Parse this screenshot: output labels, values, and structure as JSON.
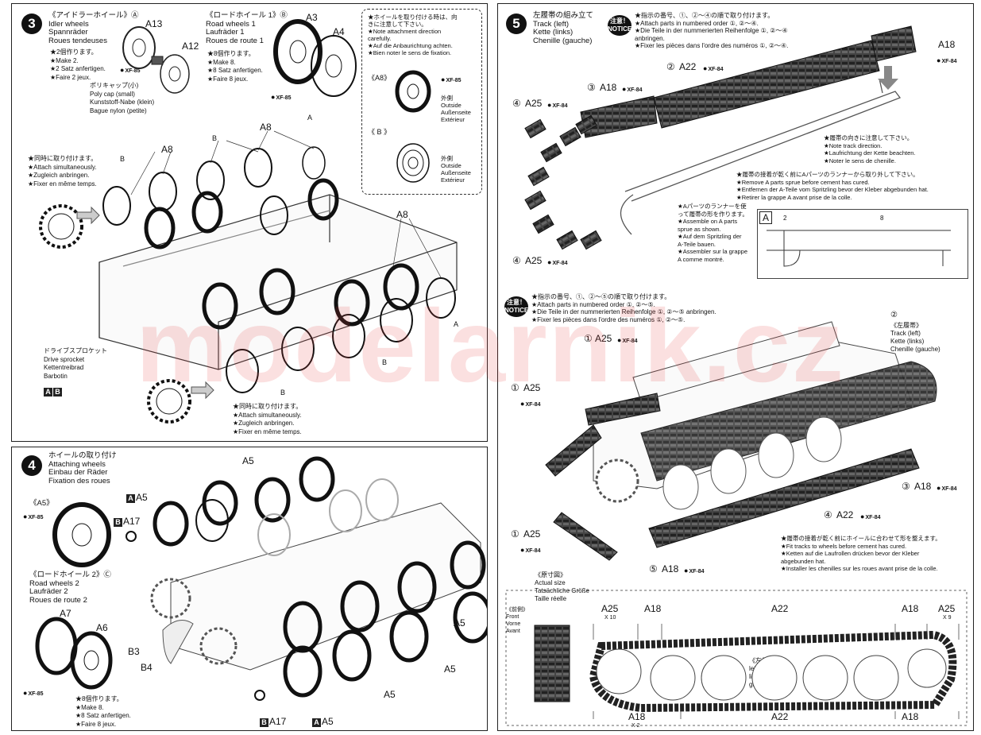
{
  "step3": {
    "number": "3",
    "idler_title": "《アイドラーホイール》Ⓐ\nIdler wheels\nSpannräder\nRoues tendeuses",
    "idler_make": "★2個作ります。\n★Make 2.\n★2 Satz anfertigen.\n★Faire 2 jeux.",
    "polycap": "ポリキャップ(小)\nPoly cap (small)\nKunststoff-Nabe (klein)\nBague nylon (petite)",
    "road_title": "《ロードホイール 1》Ⓑ\nRoad wheels 1\nLaufräder 1\nRoues de route 1",
    "road_make": "★8個作ります。\n★Make 8.\n★8 Satz anfertigen.\n★Faire 8 jeux.",
    "note_attach": "★ホイールを取り付ける時は、向\nきに注意して下さい。\n★Note attachment direction\ncarefully.\n★Auf die Anbaurichtung achten.\n★Bien noter le sens de fixation.",
    "a8_title": "《A8》",
    "b_title": "《 B 》",
    "outside": "外側\nOutside\nAußenseite\nExtérieur",
    "simul1": "★同時に取り付けます。\n★Attach simultaneously.\n★Zugleich anbringen.\n★Fixer en même temps.",
    "simul2": "★同時に取り付けます。\n★Attach simultaneously.\n★Zugleich anbringen.\n★Fixer en même temps.",
    "sprocket": "ドライブスプロケット\nDrive sprocket\nKettentreibrad\nBarbotin",
    "parts": {
      "a13": "A13",
      "a12": "A12",
      "a3": "A3",
      "a4": "A4",
      "a8": "A8",
      "b": "B",
      "a": "A",
      "a_box": "A",
      "b_box": "B"
    },
    "paint": "XF-85"
  },
  "step4": {
    "number": "4",
    "title": "ホイールの取り付け\nAttaching wheels\nEinbau der Räder\nFixation des roues",
    "a5_title": "《A5》",
    "road2_title": "《ロードホイール 2》Ⓒ\nRoad wheels 2\nLaufräder 2\nRoues de route 2",
    "road2_make": "★8個作ります。\n★Make 8.\n★8 Satz anfertigen.\n★Faire 8 jeux.",
    "parts": {
      "a5": "A5",
      "a17": "A17",
      "a7": "A7",
      "a6": "A6",
      "b3": "B3",
      "b4": "B4",
      "c": "C",
      "a_box": "A",
      "b_box": "B"
    },
    "paint": "XF-85"
  },
  "step5": {
    "number": "5",
    "title": "左履帯の組み立て\nTrack (left)\nKette (links)\nChenille (gauche)",
    "notice_label": "注意！\nNOTICE",
    "notice1": "★指示の番号、①、②～④の順で取り付けます。\n★Attach parts in numbered order ①, ②～④.\n★Die Teile in der nummerierten Reihenfolge ①, ②～④\nanbringen.\n★Fixer les pièces dans l'ordre des numéros ①, ②～④.",
    "direction": "★履帯の向きに注意して下さい。\n★Note track direction.\n★Laufrichtung der Kette beachten.\n★Noter le sens de chenille.",
    "remove": "★履帯の接着が乾く前にAパーツのランナーから取り外して下さい。\n★Remove A parts sprue before cement has cured.\n★Entfernen der A-Teile vom Spritzling bevor der Kleber abgebunden hat.\n★Retirer la grappe A avant prise de la colle.",
    "sprue": "★Aパーツのランナーを使\nって履帯の形を作ります。\n★Assemble on A parts\nsprue as shown.\n★Auf dem Spritzling der\nA-Teile bauen.\n★Assembler sur la grappe\nA comme montré.",
    "notice2": "★指示の番号、①、②～⑤の順で取り付けます。\n★Attach parts in numbered order ①, ②～⑤.\n★Die Teile in der nummerierten Reihenfolge ①, ②～⑤ anbringen.\n★Fixer les pièces dans l'ordre des numéros ①, ②～⑤.",
    "track_left": "《左履帯》\nTrack (left)\nKette (links)\nChenille (gauche)",
    "fit": "★履帯の接着が乾く前にホイールに合わせて形を整えます。\n★Fit tracks to wheels before cement has cured.\n★Ketten auf die Laufrollen drücken bevor der Kleber\nabgebunden hat.\n★Installer les chenilles sur les roues avant prise de la colle.",
    "actual": "《原寸図》\nActual size\nTatsächliche Größe\nTaille réelle",
    "front": "《前側》\nFront\nVorne\nAvant",
    "left_side": "《左側》\nleft\nlinks\ngauche",
    "parts": {
      "a18": "A18",
      "a22": "A22",
      "a25": "A25",
      "n1": "①",
      "n2": "②",
      "n3": "③",
      "n4": "④",
      "n5": "⑤",
      "x10": "X 10",
      "x9": "X 9",
      "x2": "X 2",
      "sprue_a": "A",
      "sprue_2": "2",
      "sprue_8": "8"
    },
    "paint": "XF-84"
  },
  "watermark": "modelarnik.cz"
}
